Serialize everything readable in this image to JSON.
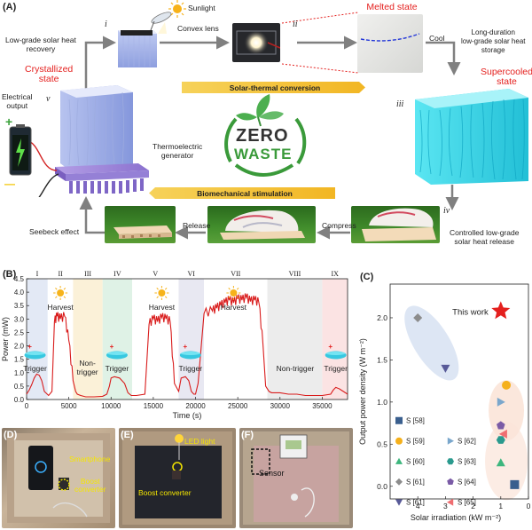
{
  "panels": {
    "A": "(A)",
    "B": "(B)",
    "C": "(C)",
    "D": "(D)",
    "E": "(E)",
    "F": "(F)"
  },
  "panel_a": {
    "roman": {
      "i": "i",
      "ii": "ii",
      "iii": "iii",
      "iv": "iv",
      "v": "v"
    },
    "sunlight": "Sunlight",
    "convex_lens": "Convex lens",
    "low_grade_recovery": "Low-grade solar heat\nrecovery",
    "crystallized_state": "Crystallized\nstate",
    "melted_state": "Melted state",
    "cool": "Cool",
    "long_duration": "Long-duration\nlow-grade solar heat\nstorage",
    "supercooled_state": "Supercooled\nstate",
    "solar_thermal": "Solar-thermal conversion",
    "biomechanical": "Biomechanical stimulation",
    "electrical_output": "Electrical\noutput",
    "thermoelectric": "Thermoelectric\ngenerator",
    "zero": "ZERO",
    "waste": "WASTE",
    "seebeck": "Seebeck effect",
    "release": "Release",
    "compress": "Compress",
    "controlled": "Controlled low-grade\nsolar heat release",
    "plus": "+",
    "minus": "—"
  },
  "panel_b": {
    "ylabel": "Power (mW)",
    "xlabel": "Time (s)",
    "stages": [
      "I",
      "II",
      "III",
      "IV",
      "V",
      "VI",
      "VII",
      "VIII",
      "IX"
    ],
    "annotations": {
      "harvest": "Harvest",
      "trigger": "Trigger",
      "non_trigger": "Non-trigger",
      "non_trigger_wrap": "Non-\ntrigger"
    }
  },
  "panel_c": {
    "ylabel": "Output power density (W m⁻²)",
    "xlabel": "Solar irradiation (kW m⁻²)",
    "this_work": "This work",
    "legend": [
      {
        "label": "S [58]",
        "marker": "square",
        "color": "#3a5f8e"
      },
      {
        "label": "S [59]",
        "marker": "circle",
        "color": "#f5b01b"
      },
      {
        "label": "S [60]",
        "marker": "triangle-up",
        "color": "#3db67d"
      },
      {
        "label": "S [61]",
        "marker": "diamond",
        "color": "#8c8c8c"
      },
      {
        "label": "S [61]",
        "marker": "triangle-down",
        "color": "#585a98"
      },
      {
        "label": "S [62]",
        "marker": "triangle-right",
        "color": "#7aa7cc"
      },
      {
        "label": "S [63]",
        "marker": "hexagon",
        "color": "#2a9a8e"
      },
      {
        "label": "S [64]",
        "marker": "pentagon",
        "color": "#7a5ba6"
      },
      {
        "label": "S [65]",
        "marker": "triangle-left",
        "color": "#ef6e71"
      }
    ]
  },
  "panel_d": {
    "smartphone": "Smartphone",
    "boost": "Boost\nconverter"
  },
  "panel_e": {
    "led": "LED light",
    "boost": "Boost converter"
  },
  "panel_f": {
    "sensor": "Sensor"
  },
  "colors": {
    "red": "#e4201e",
    "banner_yellow": "#f5c43a",
    "green": "#3a9a3a",
    "crystal_blue": "#aab9ea",
    "supercooled_cyan": "#3fd8e8"
  },
  "chart_data": [
    {
      "type": "line",
      "xlabel": "Time (s)",
      "ylabel": "Power (mW)",
      "xlim": [
        0,
        38000
      ],
      "ylim": [
        0,
        4.5
      ],
      "xticks": [
        0,
        5000,
        10000,
        15000,
        20000,
        25000,
        30000,
        35000
      ],
      "yticks": [
        0.0,
        0.5,
        1.0,
        1.5,
        2.0,
        2.5,
        3.0,
        3.5,
        4.0,
        4.5
      ],
      "series": [
        {
          "x": [
            0,
            300,
            600,
            900,
            1200,
            1500,
            1800,
            2100,
            2600,
            3000,
            3300,
            3600,
            4000,
            4500,
            5000,
            5500,
            5800,
            6000,
            6400,
            7000,
            8000,
            9000,
            9500,
            9800,
            10000,
            10400,
            11000,
            11600,
            12000,
            12400,
            13000,
            14000,
            14500,
            15000,
            15500,
            16000,
            16500,
            17000,
            17500,
            18000,
            18300,
            18800,
            19200,
            19500,
            19800,
            20000,
            20300,
            21000,
            22000,
            22500,
            23000,
            23500,
            24000,
            24500,
            25000,
            25500,
            26000,
            26500,
            27000,
            27500,
            28000,
            28300,
            28700,
            29000,
            30000,
            31000,
            32000,
            33000,
            34000,
            35000,
            36000,
            36300,
            36600,
            37000,
            37500,
            38000
          ],
          "y": [
            0.2,
            0.35,
            0.55,
            0.8,
            0.95,
            0.9,
            0.7,
            0.3,
            0.15,
            0.3,
            2.9,
            3.1,
            3.0,
            3.1,
            2.2,
            0.7,
            0.3,
            0.2,
            0.15,
            0.1,
            0.1,
            0.12,
            0.2,
            0.5,
            0.8,
            0.85,
            0.8,
            0.6,
            0.25,
            0.15,
            0.15,
            0.2,
            2.8,
            3.0,
            2.9,
            3.05,
            3.0,
            2.9,
            0.6,
            0.3,
            0.8,
            0.85,
            0.7,
            0.3,
            0.2,
            0.2,
            0.6,
            3.2,
            3.3,
            3.4,
            3.5,
            3.6,
            3.7,
            3.6,
            3.75,
            3.7,
            3.8,
            3.65,
            3.7,
            3.6,
            2.0,
            0.5,
            0.3,
            0.25,
            0.25,
            0.2,
            0.2,
            0.15,
            0.15,
            0.15,
            0.2,
            0.35,
            0.45,
            0.4,
            0.3,
            0.2
          ]
        }
      ],
      "stages": [
        {
          "label": "I",
          "range": [
            0,
            2500
          ],
          "color": "#e3e9f5",
          "note": "Trigger"
        },
        {
          "label": "II",
          "range": [
            2500,
            5500
          ],
          "color": "#ffffff",
          "note": "Harvest"
        },
        {
          "label": "III",
          "range": [
            5500,
            9000
          ],
          "color": "#fbf1d8",
          "note": "Non-trigger"
        },
        {
          "label": "IV",
          "range": [
            9000,
            12500
          ],
          "color": "#dff2e6",
          "note": "Trigger"
        },
        {
          "label": "V",
          "range": [
            12500,
            18000
          ],
          "color": "#ffffff",
          "note": "Harvest"
        },
        {
          "label": "VI",
          "range": [
            18000,
            21000
          ],
          "color": "#e8e8f2",
          "note": "Trigger"
        },
        {
          "label": "VII",
          "range": [
            21000,
            28500
          ],
          "color": "#ffffff",
          "note": "Harvest"
        },
        {
          "label": "VIII",
          "range": [
            28500,
            35000
          ],
          "color": "#ececec",
          "note": "Non-trigger"
        },
        {
          "label": "IX",
          "range": [
            35000,
            38000
          ],
          "color": "#fbe3e3",
          "note": "Trigger"
        }
      ]
    },
    {
      "type": "scatter",
      "xlabel": "Solar irradiation (kW m⁻²)",
      "ylabel": "Output power density (W m⁻²)",
      "xlim": [
        5,
        0
      ],
      "ylim": [
        -0.15,
        2.4
      ],
      "xticks": [
        4,
        3,
        2,
        1,
        0
      ],
      "yticks": [
        0.0,
        0.5,
        1.0,
        1.5,
        2.0
      ],
      "points": [
        {
          "label": "This work",
          "marker": "star",
          "color": "#e4201e",
          "x": 1.0,
          "y": 2.08
        },
        {
          "label": "S [61]",
          "marker": "diamond",
          "color": "#8c8c8c",
          "x": 4.0,
          "y": 2.0
        },
        {
          "label": "S [61]",
          "marker": "triangle-down",
          "color": "#585a98",
          "x": 3.0,
          "y": 1.4
        },
        {
          "label": "S [59]",
          "marker": "circle",
          "color": "#f5b01b",
          "x": 0.8,
          "y": 1.2
        },
        {
          "label": "S [62]",
          "marker": "triangle-right",
          "color": "#7aa7cc",
          "x": 1.0,
          "y": 1.0
        },
        {
          "label": "S [64]",
          "marker": "pentagon",
          "color": "#7a5ba6",
          "x": 1.0,
          "y": 0.72
        },
        {
          "label": "S [65]",
          "marker": "triangle-left",
          "color": "#ef6e71",
          "x": 0.9,
          "y": 0.62
        },
        {
          "label": "S [63]",
          "marker": "hexagon",
          "color": "#2a9a8e",
          "x": 1.0,
          "y": 0.55
        },
        {
          "label": "S [60]",
          "marker": "triangle-up",
          "color": "#3db67d",
          "x": 1.0,
          "y": 0.28
        },
        {
          "label": "S [58]",
          "marker": "square",
          "color": "#3a5f8e",
          "x": 0.5,
          "y": 0.02
        }
      ]
    }
  ]
}
